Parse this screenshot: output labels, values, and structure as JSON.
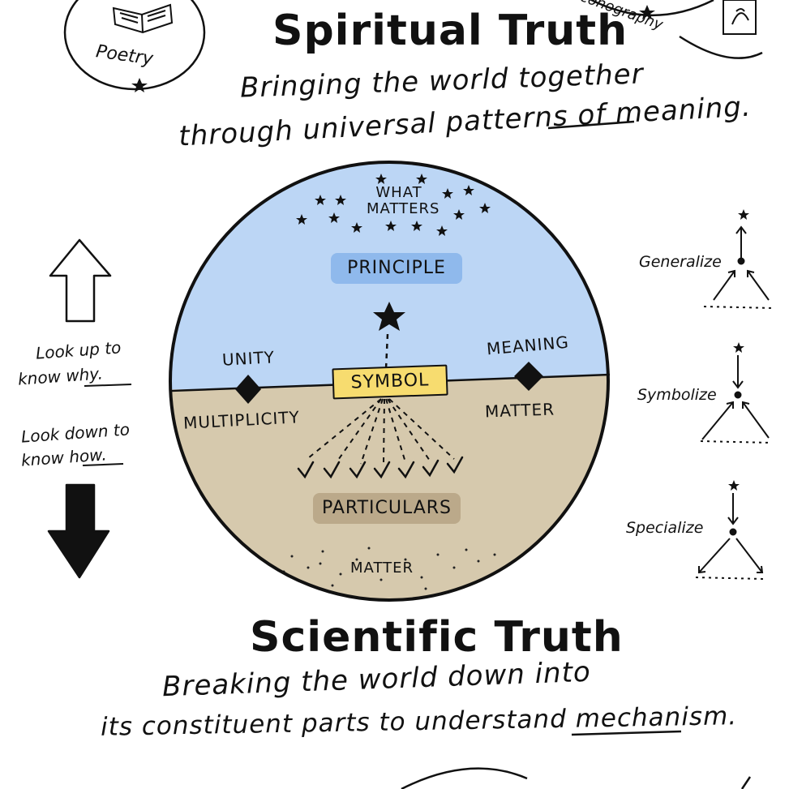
{
  "top": {
    "title": "Spiritual Truth",
    "subtitle_line1": "Bringing the world together",
    "subtitle_line2": "through universal patterns of",
    "subtitle_emphasis": "meaning",
    "subtitle_end": ".",
    "poetry_label": "Poetry",
    "iconography_label": "Iconography"
  },
  "circle": {
    "what_matters": "WHAT MATTERS",
    "principle": "PRINCIPLE",
    "unity": "UNITY",
    "meaning": "MEANING",
    "symbol": "SYMBOL",
    "multiplicity": "MULTIPLICITY",
    "matter_right": "MATTER",
    "particulars": "PARTICULARS",
    "matter_bottom": "MATTER",
    "colors": {
      "sky": "#bcd6f5",
      "ground": "#d6c9ad",
      "symbol": "#f7dc6f",
      "principle": "#8fb9ec",
      "particulars": "#bba98a"
    }
  },
  "left": {
    "look_up_1": "Look up to",
    "look_up_2": "know",
    "look_up_emphasis": "why",
    "look_down_1": "Look down to",
    "look_down_2": "know",
    "look_down_emphasis": "how"
  },
  "right": {
    "generalize": "Generalize",
    "symbolize": "Symbolize",
    "specialize": "Specialize"
  },
  "bottom": {
    "title": "Scientific Truth",
    "subtitle_line1": "Breaking the world down into",
    "subtitle_line2": "its constituent parts to understand",
    "subtitle_emphasis": "mechanism",
    "subtitle_end": "."
  }
}
